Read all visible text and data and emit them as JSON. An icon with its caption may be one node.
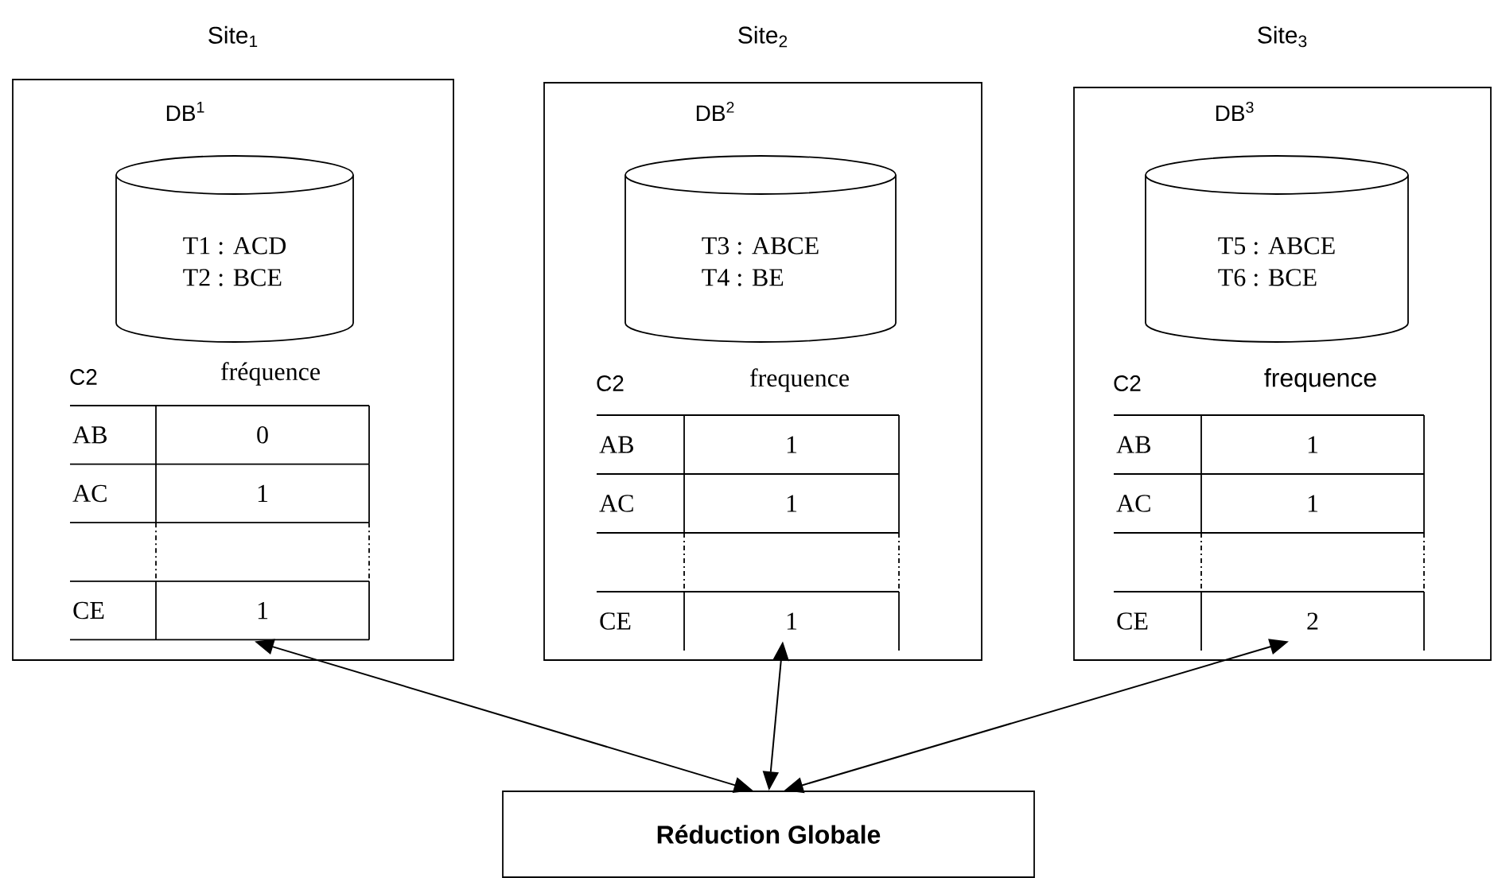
{
  "diagram": {
    "nodes": [
      {
        "text": [
          "Site$_{1}$",
          "DB$^{1}$"
        ]
      },
      {
        "text": [
          "T1 : ACD",
          "T2 : BCE"
        ],
        "in": 0
      },
      {
        "text": [
          "C2",
          "fréquence",
          "AB",
          "0",
          "AC",
          "1",
          "CE",
          "1"
        ],
        "in": 0
      },
      {
        "text": [
          "Site$_{2}$",
          "DB$^{2}$"
        ]
      },
      {
        "text": [
          "T3 : ABCE",
          "T4 : BE"
        ],
        "in": 3
      },
      {
        "text": [
          "C2",
          "frequence",
          "AB",
          "1",
          "AC",
          "1",
          "CE",
          "1"
        ],
        "in": 3
      },
      {
        "text": [
          "Site$_{3}$",
          "DB$^{3}$"
        ]
      },
      {
        "text": [
          "T5 : ABCE",
          "T6 : BCE"
        ],
        "in": 6
      },
      {
        "text": [
          "C2",
          "frequence",
          "AB",
          "1",
          "AC",
          "1",
          "CE",
          "2"
        ],
        "in": 6
      },
      {
        "text": [
          "Réduction Globale"
        ]
      }
    ],
    "edges": [
      {
        "from": 2,
        "to": 9,
        "arrow": "both"
      },
      {
        "from": 5,
        "to": 9,
        "arrow": "both"
      },
      {
        "from": 8,
        "to": 9,
        "arrow": "both"
      }
    ]
  }
}
